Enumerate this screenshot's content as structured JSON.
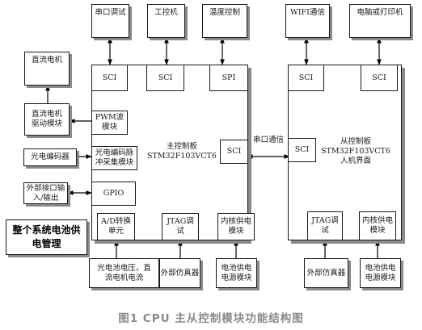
{
  "caption": "图1 CPU 主从控制模块功能结构图",
  "master": {
    "title": "主控制板\nSTM32F103VCT6",
    "sci1": "SCI",
    "sci2": "SCI",
    "spi": "SPI",
    "sci_right": "SCI",
    "pwm": "PWM波\n模块",
    "photo_pulse": "光电编码脉\n冲采集模块",
    "gpio": "GPIO",
    "adc": "A/D转换\n单元",
    "jtag": "JTAG调\n试",
    "core_power": "内核供电\n模块"
  },
  "slave": {
    "title": "从控制板\nSTM32F103VCT6\n人机界面",
    "sci_top_left": "SCI",
    "sci_top_right": "SCI",
    "sci_left": "SCI",
    "jtag": "JTAG调\n试",
    "core_power": "内核供电\n模块"
  },
  "serial_link": "串口通信",
  "top_devices": {
    "serial_debug": "串口调试",
    "ipc": "工控机",
    "temp_control": "温度控制",
    "wifi": "WIFI通信",
    "pc_printer": "电脑或打印机"
  },
  "left_devices": {
    "dc_motor": "直流电机",
    "motor_driver": "直流电机\n驱动模块",
    "photo_encoder": "光电编码器",
    "ext_io": "外部接口输\n入/输出"
  },
  "bottom_devices": {
    "pv_voltage": "光电池电压，直\n流电机电流",
    "emulator1": "外部仿真器",
    "power1": "电池供电\n电源模块",
    "emulator2": "外部仿真器",
    "power2": "电池供电\n电源模块"
  },
  "system_title": "整个系统电池供\n电管理"
}
